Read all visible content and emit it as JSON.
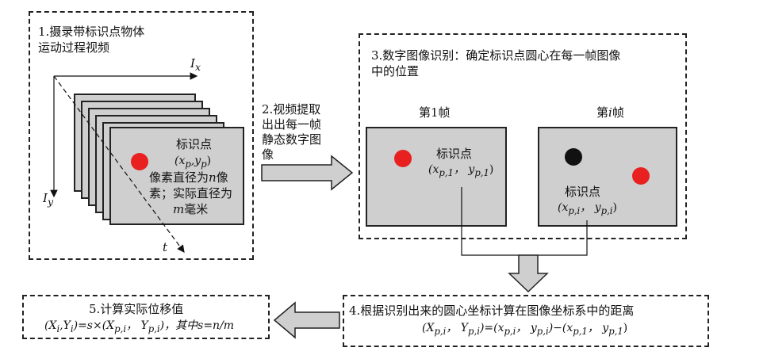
{
  "step1": {
    "title_line1": "1.摄录带标识点物体",
    "title_line2": "运动过程视频",
    "axis_x": "I",
    "axis_x_sub": "x",
    "axis_y": "I",
    "axis_y_sub": "y",
    "axis_t": "t",
    "marker_label": "标识点",
    "marker_coord": "(x",
    "marker_coord_sub1": "p",
    "marker_coord_mid": ",y",
    "marker_coord_sub2": "p",
    "marker_coord_end": ")",
    "desc_line1_a": "像素直径为",
    "desc_line1_var": "n",
    "desc_line1_b": "像",
    "desc_line2": "素；实际直径为",
    "desc_line3_var": "m",
    "desc_line3_b": "毫米",
    "colors": {
      "frame": "#cfcfcf",
      "marker": "#e8201f"
    }
  },
  "step2": {
    "line1": "2.视频提取",
    "line2": "出出每一帧",
    "line3": "静态数字图",
    "line4": "像"
  },
  "step3": {
    "title_line1": "3.数字图像识别：确定标识点圆心在每一帧图像",
    "title_line2": "中的位置",
    "frame1_label": "第1帧",
    "framei_label_a": "第",
    "framei_label_var": "i",
    "framei_label_b": "帧",
    "f1_marker_label": "标识点",
    "f1_coord": "(x",
    "f1_coord_sub1": "p,1",
    "f1_coord_mid": "， y",
    "f1_coord_sub2": "p,1",
    "f1_coord_end": ")",
    "fi_marker_label": "标识点",
    "fi_coord": "(x",
    "fi_coord_sub1": "p,i",
    "fi_coord_mid": "， y",
    "fi_coord_sub2": "p,i",
    "fi_coord_end": ")",
    "colors": {
      "marker": "#e8201f",
      "previous": "#111111"
    }
  },
  "step4": {
    "title": "4.根据识别出来的圆心坐标计算在图像坐标系中的距离",
    "formula": "(X",
    "f_s1": "p,i",
    "f_t1": "， Y",
    "f_s2": "p,i",
    "f_t2": ")=(x",
    "f_s3": "p,i",
    "f_t3": "， y",
    "f_s4": "p,i",
    "f_t4": ")−(x",
    "f_s5": "p,1",
    "f_t5": "， y",
    "f_s6": "p,1",
    "f_t6": ")"
  },
  "step5": {
    "title": "5.计算实际位移值",
    "f_a": "(X",
    "f_s1": "i",
    "f_b": ",Y",
    "f_s2": "i",
    "f_c": ")=s×(X",
    "f_s3": "p,i",
    "f_d": "， Y",
    "f_s4": "p,i",
    "f_e": ")，其中s=n/m"
  }
}
